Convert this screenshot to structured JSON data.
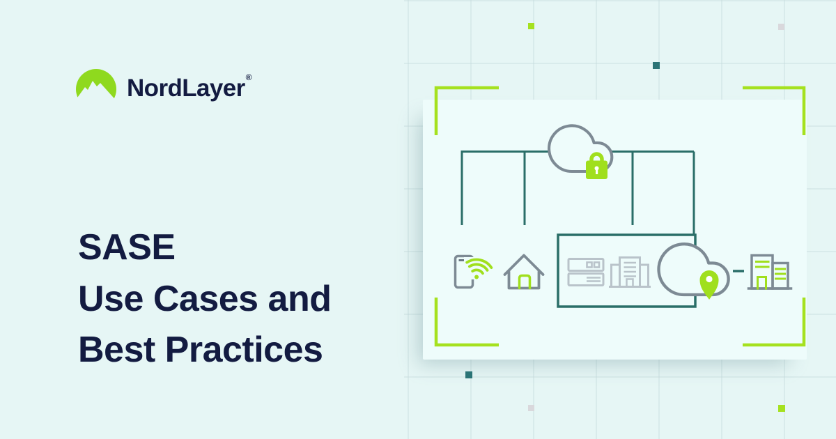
{
  "brand": {
    "logo_text": "NordLayer",
    "registered_mark": "®",
    "logo_icon": "mountain-circle-icon"
  },
  "heading": {
    "lines": [
      "SASE",
      "Use Cases and",
      "Best Practices"
    ]
  },
  "colors": {
    "background": "#E6F6F5",
    "panel": "#EEFCFB",
    "navy_text": "#131B41",
    "lime_accent": "#A5E11F",
    "lime_logo": "#8FD91E",
    "teal_connector": "#2A6E68",
    "icon_gray": "#7D8A94",
    "icon_light_gray": "#B9C3CA",
    "square_teal": "#2B7476",
    "square_gray": "#D9D8DC"
  },
  "illustration": {
    "frame": "corner-brackets",
    "icons": [
      "cloud-lock-icon",
      "smartphone-wifi-icon",
      "home-icon",
      "server-rack-icon",
      "office-building-icon",
      "cloud-location-pin-icon",
      "headquarters-buildings-icon"
    ]
  }
}
